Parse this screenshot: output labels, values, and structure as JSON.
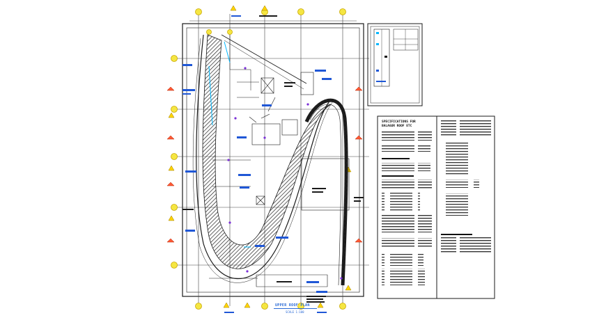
{
  "drawing": {
    "plan_caption": "UPPER ROOF PLAN",
    "plan_scale": "SCALE 1:100",
    "spec_title_line1": "SPECIFICATIONS FOR",
    "spec_title_line2": "BALAGUR ROOF ETC",
    "colors": {
      "linework": "#1a1a1a",
      "grid_bubble": "#f5e642",
      "grid_bubble_outline": "#c9a800",
      "section_marker": "#ff3b30",
      "level_marker": "#ffd400",
      "annotation": "#1f57d6",
      "highlight": "#00b7ff",
      "accent": "#7a2fd6"
    }
  }
}
